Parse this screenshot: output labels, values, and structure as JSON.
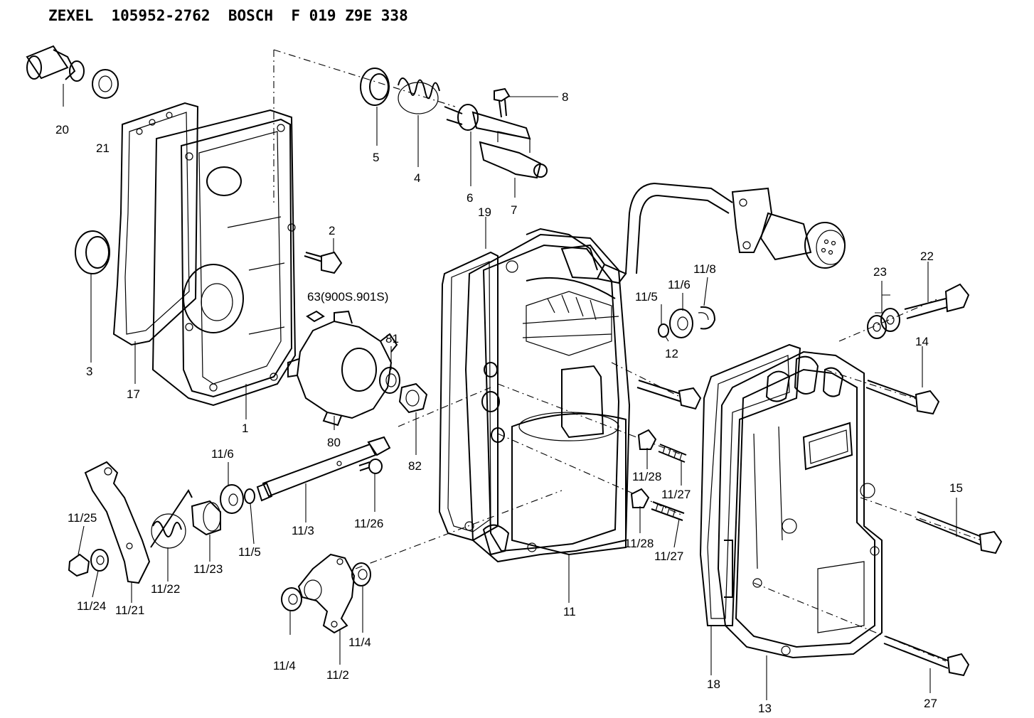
{
  "title": "ZEXEL  105952-2762  BOSCH  F 019 Z9E 338",
  "labels": {
    "p20": "20",
    "p21": "21",
    "p5": "5",
    "p4": "4",
    "p8": "8",
    "p6": "6",
    "p7": "7",
    "p2": "2",
    "p3": "3",
    "p17": "17",
    "p1": "1",
    "p63": "63(900S.901S)",
    "p81": "81",
    "p80": "80",
    "p82": "82",
    "p19": "19",
    "p11_5a": "11/5",
    "p11_6a": "11/6",
    "p11_8": "11/8",
    "p12": "12",
    "p23": "23",
    "p22": "22",
    "p14": "14",
    "p11_6b": "11/6",
    "p11_25": "11/25",
    "p11_3": "11/3",
    "p11_26": "11/26",
    "p11_28a": "11/28",
    "p11_27a": "11/27",
    "p11_28b": "11/28",
    "p11_27b": "11/27",
    "p11_5b": "11/5",
    "p11_23": "11/23",
    "p11_22": "11/22",
    "p11_24": "11/24",
    "p11_21": "11/21",
    "p11_4a": "11/4",
    "p11_4b": "11/4",
    "p11_2": "11/2",
    "p11": "11",
    "p15": "15",
    "p18": "18",
    "p13": "13",
    "p27": "27"
  }
}
